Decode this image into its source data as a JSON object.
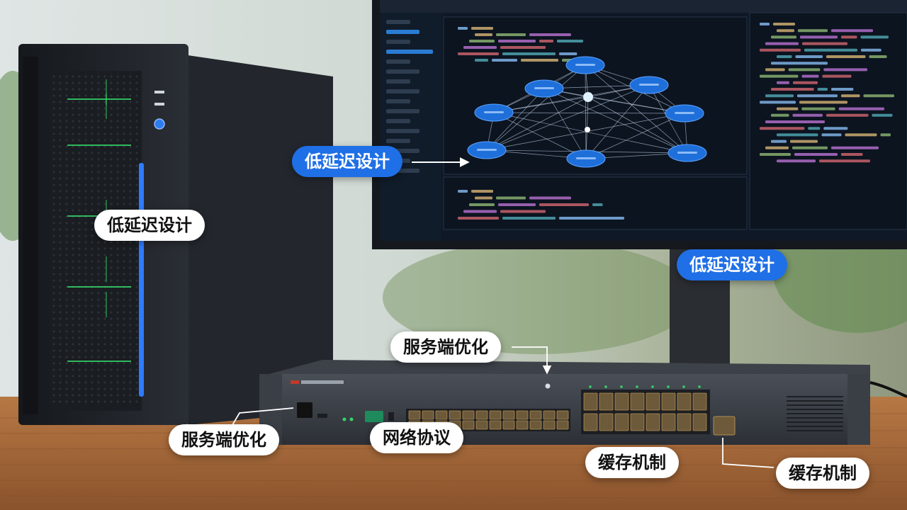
{
  "callouts": {
    "monitor_blue": "低延迟设计",
    "tower_left": "低延迟设计",
    "stand_blue": "低延迟设计",
    "switch_top": "服务端优化",
    "switch_left": "服务端优化",
    "ports": "网络协议",
    "port_group": "缓存机制",
    "uplink_port": "缓存机制"
  },
  "colors": {
    "accent_blue": "#1f6fe6",
    "led_green": "#35d46a",
    "desk_wood": "#a0673a",
    "screen_bg": "#0f1826",
    "node_blue": "#1e6fd9"
  },
  "icons": [
    "arrow-icon",
    "network-node-icon"
  ]
}
